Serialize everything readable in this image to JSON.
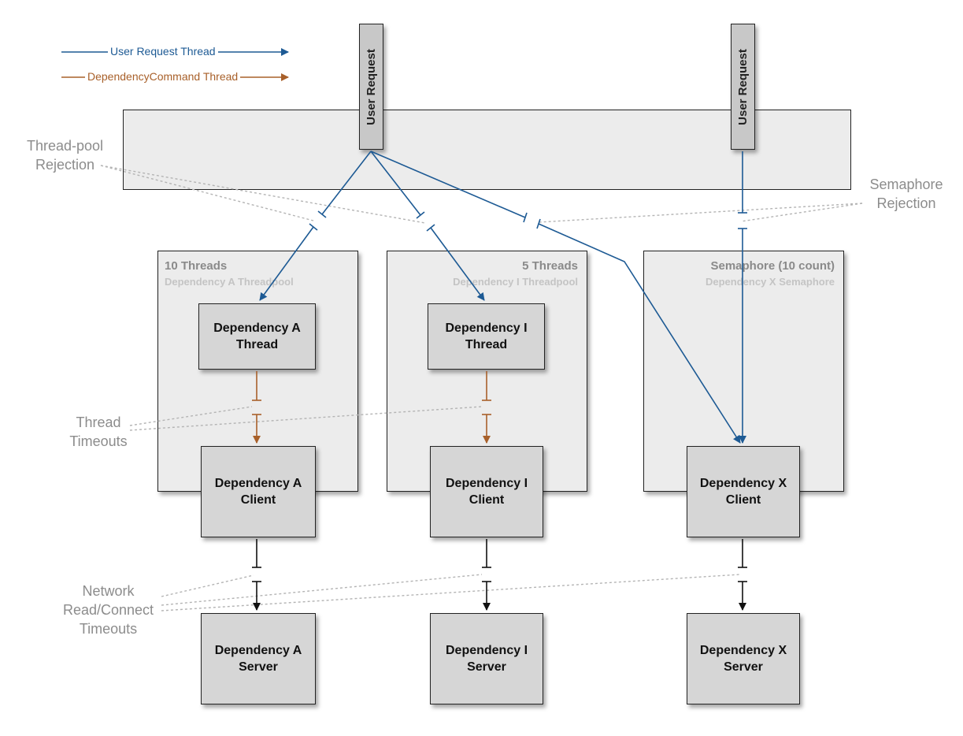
{
  "legend": {
    "user_thread": {
      "label": "User Request Thread",
      "color": "#1d5a94"
    },
    "dependency_thread": {
      "label": "DependencyCommand Thread",
      "color": "#a8602a"
    }
  },
  "user_requests": [
    {
      "label": "User Request"
    },
    {
      "label": "User Request"
    }
  ],
  "pools": {
    "a": {
      "title": "10 Threads",
      "subtitle": "Dependency A Threadpool"
    },
    "i": {
      "title": "5 Threads",
      "subtitle": "Dependency I Threadpool"
    },
    "x": {
      "title": "Semaphore (10 count)",
      "subtitle": "Dependency X Semaphore"
    }
  },
  "nodes": {
    "a_thread": {
      "line1": "Dependency A",
      "line2": "Thread"
    },
    "i_thread": {
      "line1": "Dependency I",
      "line2": "Thread"
    },
    "a_client": {
      "line1": "Dependency A",
      "line2": "Client"
    },
    "i_client": {
      "line1": "Dependency I",
      "line2": "Client"
    },
    "x_client": {
      "line1": "Dependency X",
      "line2": "Client"
    },
    "a_server": {
      "line1": "Dependency A",
      "line2": "Server"
    },
    "i_server": {
      "line1": "Dependency I",
      "line2": "Server"
    },
    "x_server": {
      "line1": "Dependency X",
      "line2": "Server"
    }
  },
  "annotations": {
    "threadpool_rejection": {
      "line1": "Thread-pool",
      "line2": "Rejection"
    },
    "semaphore_rejection": {
      "line1": "Semaphore",
      "line2": "Rejection"
    },
    "thread_timeouts": {
      "line1": "Thread",
      "line2": "Timeouts"
    },
    "network_timeouts": {
      "line1": "Network",
      "line2": "Read/Connect",
      "line3": "Timeouts"
    }
  },
  "colors": {
    "user_thread": "#1d5a94",
    "dependency_thread": "#a8602a",
    "network": "#111111",
    "annotation_line": "#b4b4b4"
  }
}
